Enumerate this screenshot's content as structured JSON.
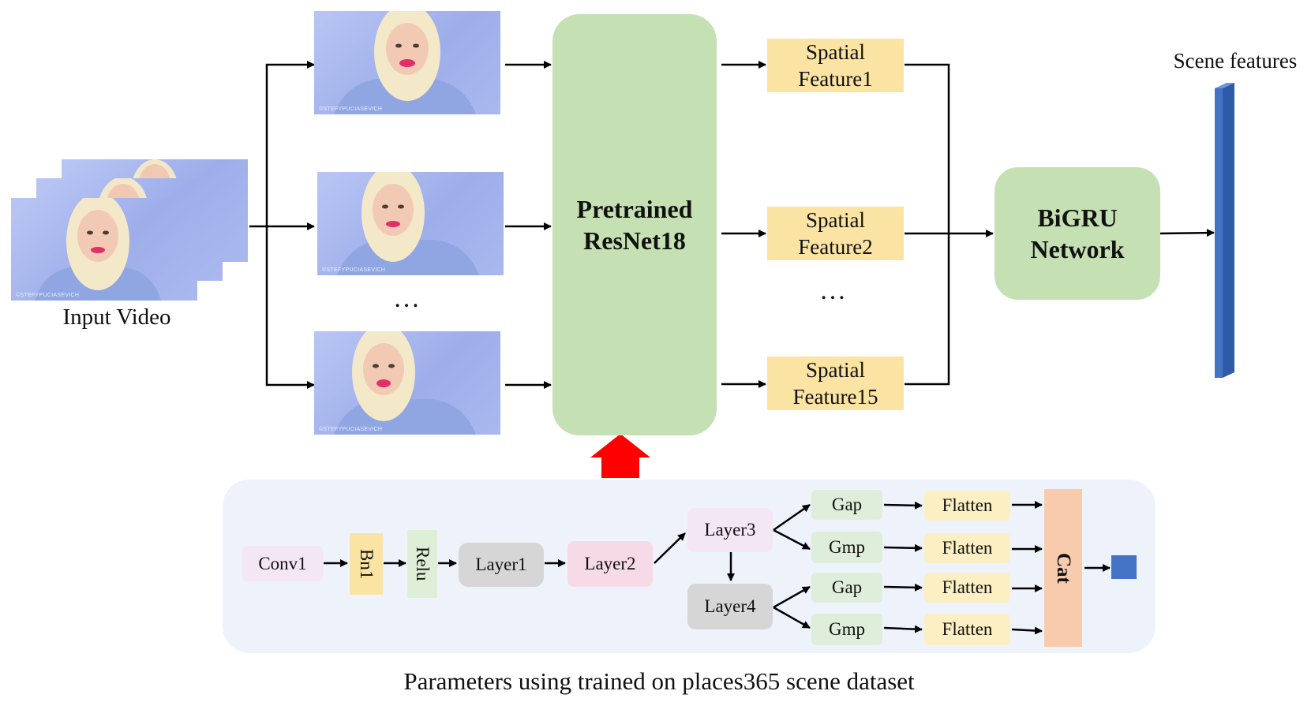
{
  "input_label": "Input Video",
  "dots": "…",
  "watermark": "©STEFYPUCIASEVICH",
  "resnet": {
    "line1": "Pretrained",
    "line2": "ResNet18"
  },
  "features": [
    {
      "line1": "Spatial",
      "line2": "Feature1"
    },
    {
      "line1": "Spatial",
      "line2": "Feature2"
    },
    {
      "line1": "Spatial",
      "line2": "Feature15"
    }
  ],
  "bigru": {
    "line1": "BiGRU",
    "line2": "Network"
  },
  "scene_features_label": "Scene features",
  "caption": "Parameters using trained on places365 scene dataset",
  "backbone": {
    "conv1": "Conv1",
    "bn1": "Bn1",
    "relu": "Relu",
    "layer1": "Layer1",
    "layer2": "Layer2",
    "layer3": "Layer3",
    "layer4": "Layer4",
    "gap": "Gap",
    "gmp": "Gmp",
    "flatten": "Flatten",
    "cat": "Cat"
  },
  "colors": {
    "resnet_green": "#c5e0b3",
    "feature_yellow": "#fbe3a3",
    "panel_bg": "#eef3fb",
    "scene_blue": "#4472c4",
    "red_arrow": "#ff0000",
    "cat_orange": "#f8cbad"
  }
}
